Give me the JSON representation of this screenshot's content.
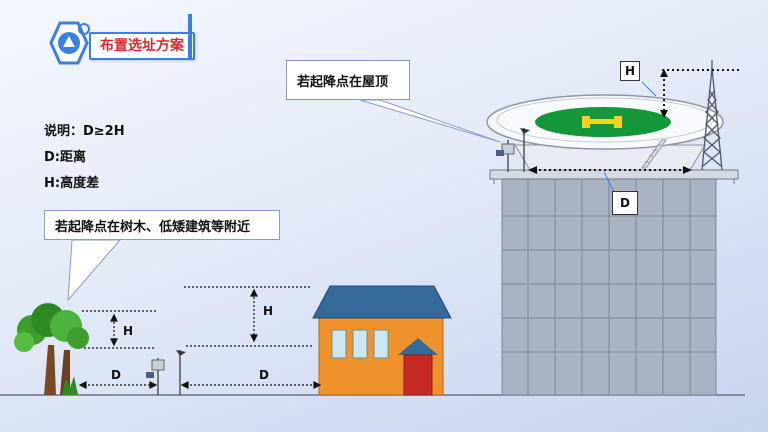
{
  "header": {
    "title": "布置选址方案",
    "badge_icon": "helicopter-gear-icon"
  },
  "notes": {
    "line1": "说明：D≥2H",
    "line2": "D:距离",
    "line3": "H:高度差"
  },
  "callouts": {
    "roof": "若起降点在屋顶",
    "ground": "若起降点在树木、低矮建筑等附近"
  },
  "labels": {
    "roof_h": "H",
    "roof_d": "D",
    "tree_h": "H",
    "house_h": "H",
    "tree_d": "D",
    "house_d": "D"
  },
  "colors": {
    "title_red": "#e0262e",
    "accent_blue": "#3b7fe0",
    "helipad_green": "#12973a",
    "helipad_marking": "#f3d31c",
    "roof_blue": "#34699a",
    "house_orange": "#f0922b",
    "door_red": "#c62a22",
    "building_gray": "#a8b2c3"
  }
}
